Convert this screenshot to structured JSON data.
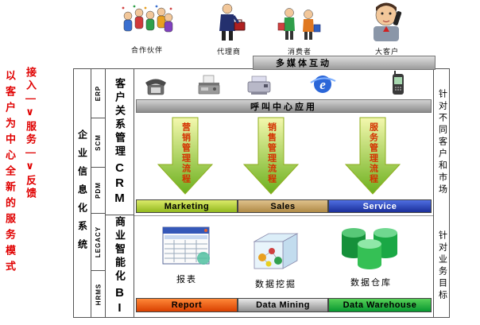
{
  "actors": [
    {
      "label": "合作伙伴",
      "icon": "partners-icon"
    },
    {
      "label": "代理商",
      "icon": "agent-icon"
    },
    {
      "label": "消费者",
      "icon": "consumers-icon"
    },
    {
      "label": "大客户",
      "icon": "key-account-icon"
    }
  ],
  "left_annotations": {
    "flow": "接入—∨服务—∨反馈",
    "slogan": "以客户为中心全新的服务模式",
    "color": "#e00000"
  },
  "frame": {
    "eis_label": "企业信息化系统",
    "systems": [
      "ERP",
      "SCM",
      "PDM",
      "LEGACY",
      "HRMS"
    ],
    "crm_label_cn": "客户关系管理",
    "crm_label_en": "CRM",
    "bi_label_cn": "商业智能化",
    "bi_label_en": "BI",
    "right_top_label": "针对不同客户和市场",
    "right_bottom_label": "针对业务目标"
  },
  "channels": {
    "bar_label": "多媒体互动",
    "icons": [
      "telephone-icon",
      "fax-icon",
      "printer-icon",
      "ie-browser-icon",
      "mobile-phone-icon"
    ]
  },
  "crm": {
    "call_center_label": "呼叫中心应用",
    "arrow_text_color": "#d43000",
    "processes": [
      {
        "arrow_text": "营销管理流程",
        "bar_label": "Marketing",
        "bar_colors": [
          "#dcea6a",
          "#93b91e"
        ],
        "label_color": "#000000"
      },
      {
        "arrow_text": "销售管理流程",
        "bar_label": "Sales",
        "bar_colors": [
          "#dfc28c",
          "#b08a46"
        ],
        "label_color": "#000000"
      },
      {
        "arrow_text": "服务管理流程",
        "bar_label": "Service",
        "bar_colors": [
          "#4f6fe2",
          "#1a2f9a"
        ],
        "label_color": "#ffffff"
      }
    ]
  },
  "bi": {
    "modules": [
      {
        "caption": "报表",
        "bar_label": "Report",
        "icon": "report-icon",
        "bar_colors": [
          "#ff8838",
          "#d84000"
        ],
        "label_color": "#000000"
      },
      {
        "caption": "数据挖掘",
        "bar_label": "Data Mining",
        "icon": "data-mining-icon",
        "bar_colors": [
          "#e8e8e8",
          "#8e8e8e"
        ],
        "label_color": "#000000"
      },
      {
        "caption": "数据仓库",
        "bar_label": "Data Warehouse",
        "icon": "data-warehouse-icon",
        "bar_colors": [
          "#58d058",
          "#089830"
        ],
        "label_color": "#000000"
      }
    ]
  }
}
